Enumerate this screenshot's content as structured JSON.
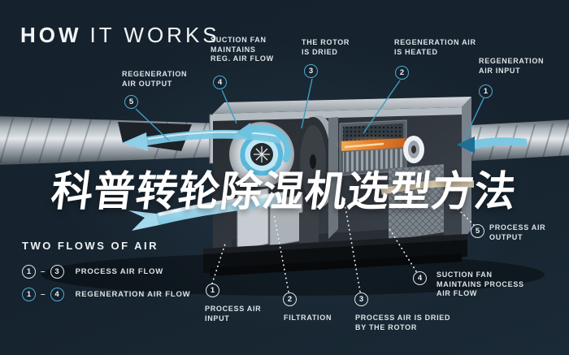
{
  "header": {
    "title_primary": "HOW",
    "title_secondary": "IT WORKS"
  },
  "overlay": {
    "headline": "科普转轮除湿机选型方法"
  },
  "legend": {
    "heading": "TWO FLOWS OF AIR",
    "separator": "–",
    "rows": [
      {
        "from": "1",
        "to": "3",
        "label": "PROCESS AIR FLOW",
        "style": "process"
      },
      {
        "from": "1",
        "to": "4",
        "label": "REGENERATION AIR FLOW",
        "style": "regeneration"
      }
    ]
  },
  "callouts": {
    "regeneration": [
      {
        "num": "5",
        "label": "REGENERATION\nAIR OUTPUT"
      },
      {
        "num": "4",
        "label": "SUCTION FAN\nMAINTAINS\nREG. AIR FLOW"
      },
      {
        "num": "3",
        "label": "THE ROTOR\nIS DRIED"
      },
      {
        "num": "2",
        "label": "REGENERATION AIR\nIS HEATED"
      },
      {
        "num": "1",
        "label": "REGENERATION\nAIR INPUT"
      }
    ],
    "process": [
      {
        "num": "1",
        "label": "PROCESS AIR\nINPUT"
      },
      {
        "num": "2",
        "label": "FILTRATION"
      },
      {
        "num": "3",
        "label": "PROCESS AIR IS DRIED\nBY THE ROTOR"
      },
      {
        "num": "4",
        "label": "SUCTION FAN\nMAINTAINS PROCESS\nAIR FLOW"
      },
      {
        "num": "5",
        "label": "PROCESS AIR\nOUTPUT"
      }
    ]
  },
  "colors": {
    "background": "#16232e",
    "accent_cyan": "#4fadd3",
    "label_text": "#dde3e7",
    "heater_orange": "#e5802f",
    "arrow_blue": "#8fd0e8",
    "circle_white": "#dfe5e9"
  }
}
